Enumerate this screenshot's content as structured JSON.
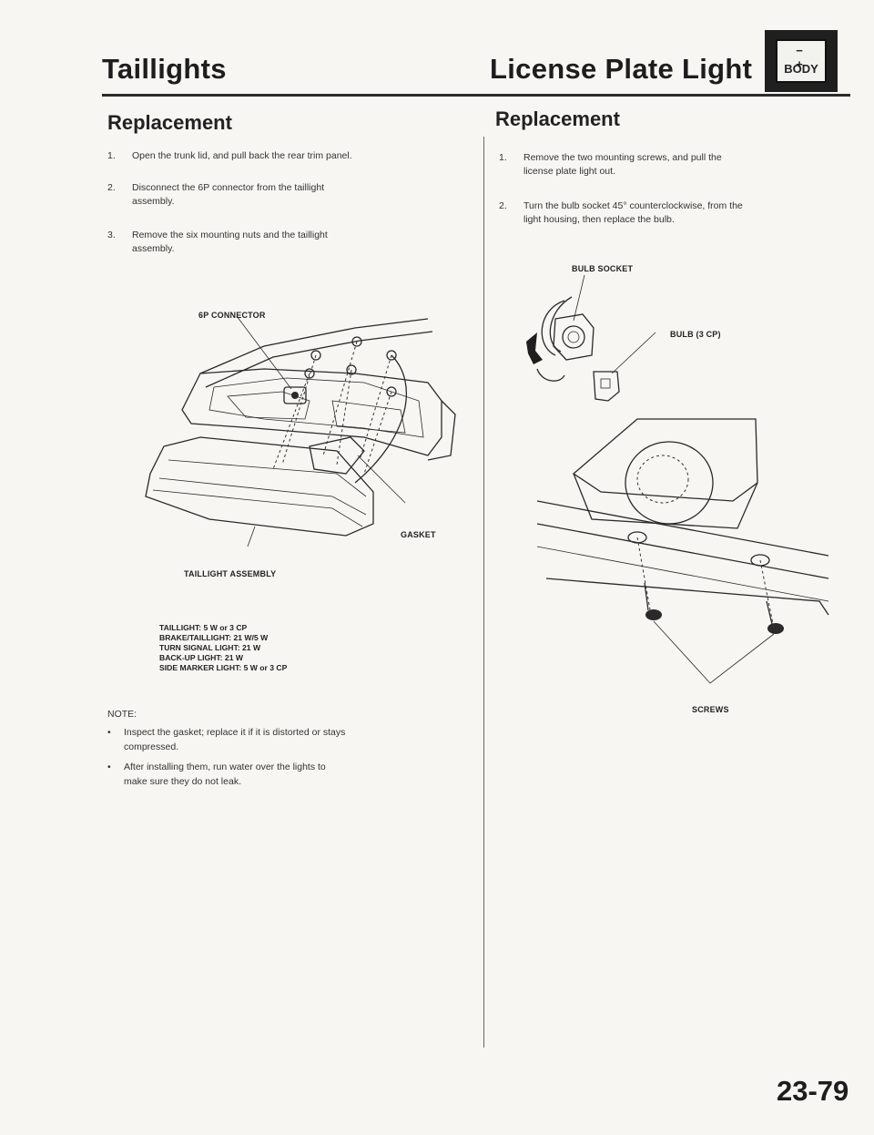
{
  "header": {
    "left_title": "Taillights",
    "right_title": "License Plate Light",
    "badge_signs": "− +",
    "badge_label": "BODY"
  },
  "taillight": {
    "heading": "Replacement",
    "steps": [
      {
        "num": "1.",
        "lines": [
          "Open the trunk lid, and pull back the rear trim panel."
        ]
      },
      {
        "num": "2.",
        "lines": [
          "Disconnect the 6P connector from the taillight",
          "assembly."
        ]
      },
      {
        "num": "3.",
        "lines": [
          "Remove the six mounting nuts and the taillight",
          "assembly."
        ]
      }
    ],
    "figure_labels": {
      "connector": "6P CONNECTOR",
      "gasket": "GASKET",
      "assembly": "TAILLIGHT ASSEMBLY"
    },
    "specs": [
      "TAILLIGHT: 5 W or 3 CP",
      "BRAKE/TAILLIGHT: 21 W/5 W",
      "TURN SIGNAL LIGHT: 21 W",
      "BACK-UP LIGHT: 21 W",
      "SIDE MARKER LIGHT: 5 W or 3 CP"
    ],
    "note_title": "NOTE:",
    "notes": [
      {
        "bullet": "•",
        "lines": [
          "Inspect the gasket; replace it if it is distorted or stays",
          "compressed."
        ]
      },
      {
        "bullet": "•",
        "lines": [
          "After installing them, run water over the lights to",
          "make sure they do not leak."
        ]
      }
    ]
  },
  "license": {
    "heading": "Replacement",
    "steps": [
      {
        "num": "1.",
        "lines": [
          "Remove the two mounting screws, and pull the",
          "license plate light out."
        ]
      },
      {
        "num": "2.",
        "lines": [
          "Turn the bulb socket 45° counterclockwise, from the",
          "light housing, then replace the bulb."
        ]
      }
    ],
    "figure_labels": {
      "socket": "BULB SOCKET",
      "bulb": "BULB (3 CP)",
      "screws": "SCREWS"
    }
  },
  "footer": {
    "page_number": "23-79"
  }
}
